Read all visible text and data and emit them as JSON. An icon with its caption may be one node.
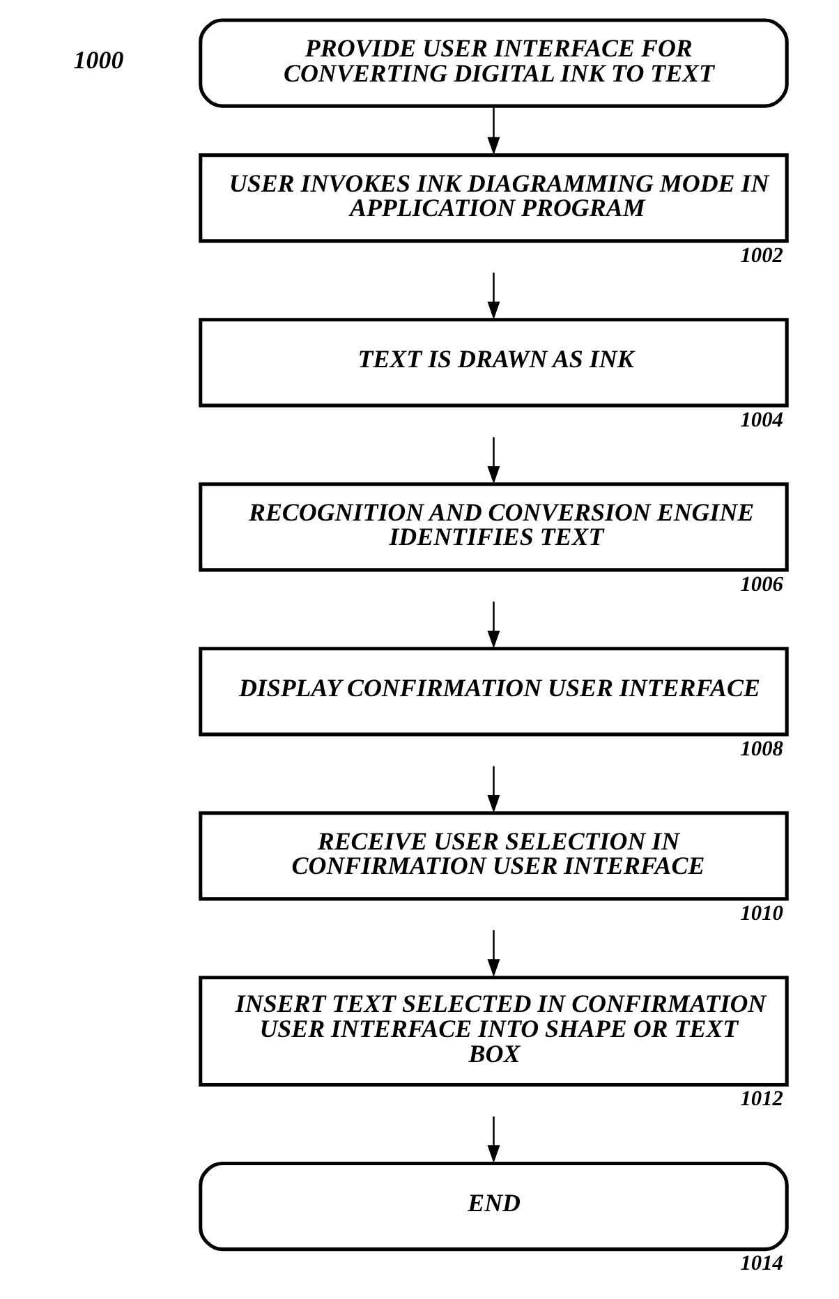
{
  "diagram": {
    "nodes": [
      {
        "text": [
          "PROVIDE USER INTERFACE FOR CONVERTING DIGITAL INK TO TEXT"
        ]
      },
      {
        "text": [
          "USER INVOKES INK DIAGRAMMING MODE IN APPLICATION PROGRAM"
        ],
        "beside": [
          "1002"
        ]
      },
      {
        "text": [
          "TEXT IS DRAWN AS INK"
        ],
        "beside": [
          "1004"
        ]
      },
      {
        "text": [
          "RECOGNITION AND CONVERSION ENGINE IDENTIFIES TEXT"
        ],
        "beside": [
          "1006"
        ]
      },
      {
        "text": [
          "DISPLAY CONFIRMATION USER INTERFACE"
        ],
        "beside": [
          "1008"
        ]
      },
      {
        "text": [
          "RECEIVE USER SELECTION IN CONFIRMATION USER INTERFACE"
        ],
        "beside": [
          "1010"
        ]
      },
      {
        "text": [
          "INSERT TEXT SELECTED IN CONFIRMATION USER INTERFACE INTO SHAPE OR TEXT BOX"
        ],
        "beside": [
          "1012"
        ]
      },
      {
        "text": [
          "END"
        ],
        "beside": [
          "1014"
        ]
      }
    ],
    "edges": [
      {
        "from": 0,
        "to": 1,
        "arrow": "to"
      },
      {
        "from": 1,
        "to": 2,
        "arrow": "to"
      },
      {
        "from": 2,
        "to": 3,
        "arrow": "to"
      },
      {
        "from": 3,
        "to": 4,
        "arrow": "to"
      },
      {
        "from": 4,
        "to": 5,
        "arrow": "to"
      },
      {
        "from": 5,
        "to": 6,
        "arrow": "to"
      },
      {
        "from": 6,
        "to": 7,
        "arrow": "to"
      }
    ],
    "labels": [
      "1000"
    ]
  }
}
